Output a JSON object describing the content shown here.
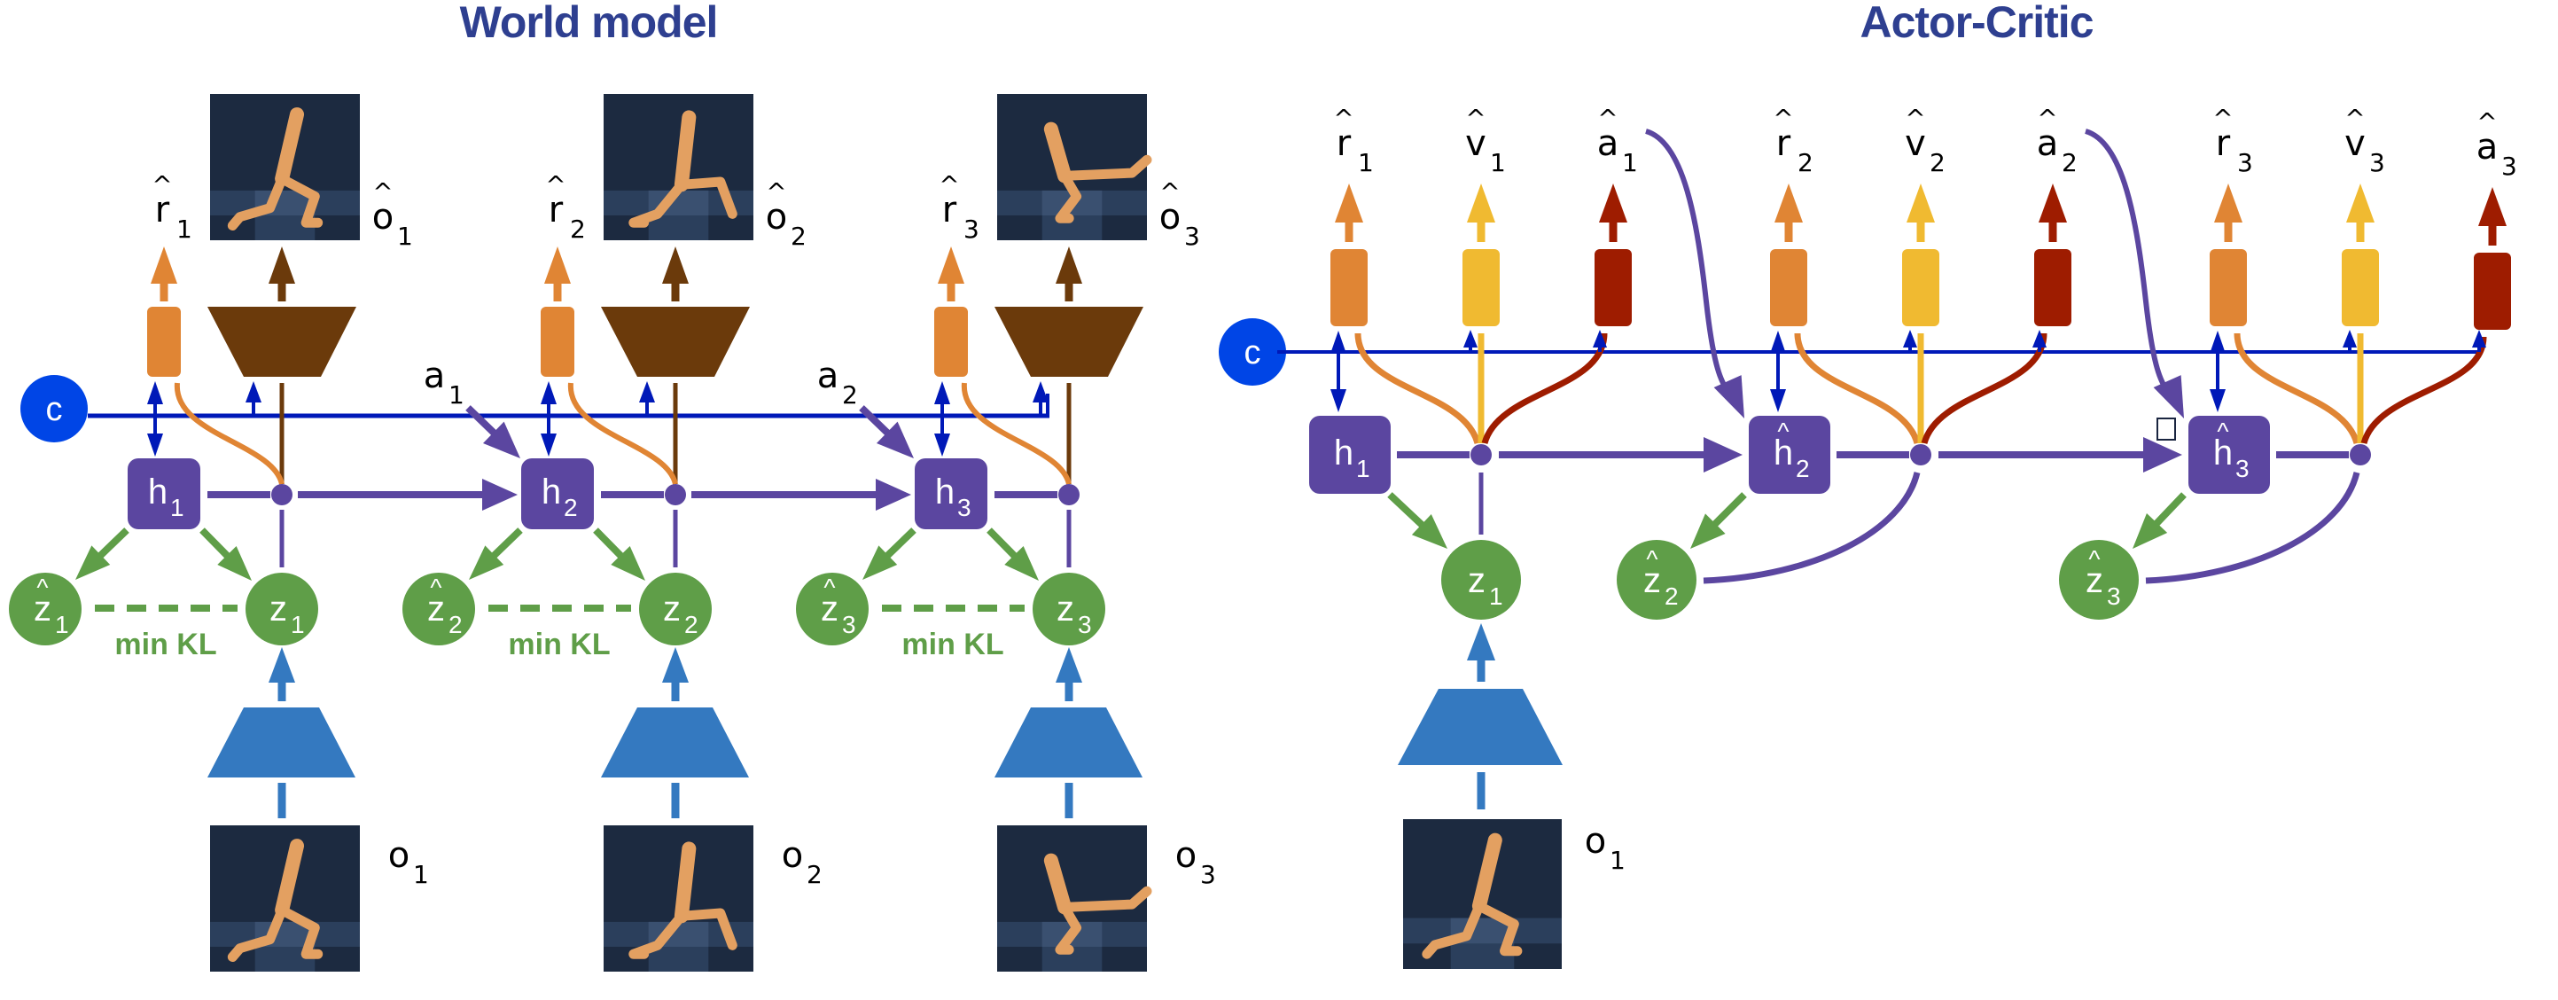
{
  "panels": {
    "world_model": {
      "title": "World model",
      "context_label": "c",
      "steps": [
        {
          "h": "h",
          "h_sub": "1",
          "z": "z",
          "z_sub": "1",
          "zhat": "z",
          "zhat_sub": "1",
          "rhat": "r",
          "rhat_sub": "1",
          "ohat": "o",
          "ohat_sub": "1",
          "obs": "o",
          "obs_sub": "1",
          "kl": "min KL",
          "action": null,
          "action_sub": null
        },
        {
          "h": "h",
          "h_sub": "2",
          "z": "z",
          "z_sub": "2",
          "zhat": "z",
          "zhat_sub": "2",
          "rhat": "r",
          "rhat_sub": "2",
          "ohat": "o",
          "ohat_sub": "2",
          "obs": "o",
          "obs_sub": "2",
          "kl": "min KL",
          "action": "a",
          "action_sub": "1"
        },
        {
          "h": "h",
          "h_sub": "3",
          "z": "z",
          "z_sub": "3",
          "zhat": "z",
          "zhat_sub": "3",
          "rhat": "r",
          "rhat_sub": "3",
          "ohat": "o",
          "ohat_sub": "3",
          "obs": "o",
          "obs_sub": "3",
          "kl": "min KL",
          "action": "a",
          "action_sub": "2"
        }
      ]
    },
    "actor_critic": {
      "title": "Actor-Critic",
      "context_label": "c",
      "steps": [
        {
          "h": "h",
          "h_sub": "1",
          "h_hat": false,
          "z": "z",
          "z_sub": "1",
          "z_hat": false,
          "rhat": "r",
          "rhat_sub": "1",
          "vhat": "v",
          "vhat_sub": "1",
          "ahat": "a",
          "ahat_sub": "1"
        },
        {
          "h": "h",
          "h_sub": "2",
          "h_hat": true,
          "z": "z",
          "z_sub": "2",
          "z_hat": true,
          "rhat": "r",
          "rhat_sub": "2",
          "vhat": "v",
          "vhat_sub": "2",
          "ahat": "a",
          "ahat_sub": "2"
        },
        {
          "h": "h",
          "h_sub": "3",
          "h_hat": true,
          "z": "z",
          "z_sub": "3",
          "z_hat": true,
          "rhat": "r",
          "rhat_sub": "3",
          "vhat": "v",
          "vhat_sub": "3",
          "ahat": "a",
          "ahat_sub": "3"
        }
      ],
      "observation": {
        "label": "o",
        "sub": "1"
      }
    }
  },
  "hat_glyph": "^",
  "colors": {
    "title": "#2e3f90",
    "recurrent": "#5b46a0",
    "latent": "#5f9e48",
    "reward": "#e08534",
    "value": "#f0ba31",
    "actor": "#9e1c00",
    "decoder": "#6b3a0b",
    "encoder": "#3479c0",
    "context_node": "#0045e6",
    "context_line": "#0019b8",
    "frame_bg_top": "#1c2a40",
    "frame_bg_floor": "#2b3f5c",
    "walker": "#e3a061"
  }
}
